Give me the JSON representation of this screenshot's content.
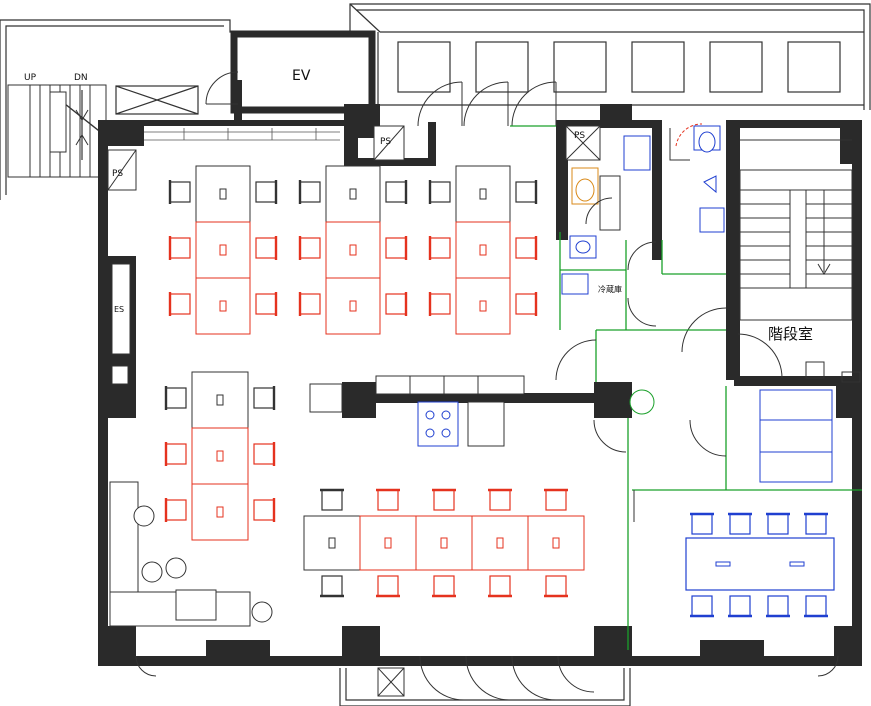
{
  "labels": {
    "elevator": "EV",
    "stair_up": "UP",
    "stair_down": "DN",
    "pipe_shaft": "PS",
    "escalator": "ES",
    "stairwell": "階段室",
    "fridge": "冷蔵庫"
  },
  "colors": {
    "wall": "#2a2a2a",
    "line": "#333333",
    "furniture_red": "#e5321e",
    "furniture_blue": "#1f3fd0",
    "partition_green": "#1aa02a",
    "table_fill": "#ffffff"
  }
}
